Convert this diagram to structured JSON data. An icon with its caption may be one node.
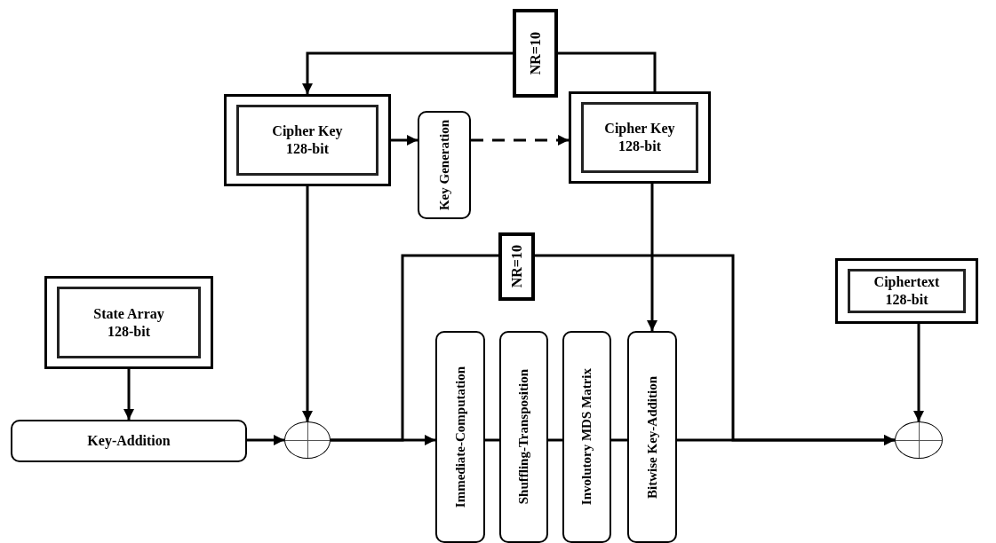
{
  "diagram": {
    "nodes": [
      {
        "text": [
          "NR=10"
        ]
      },
      {
        "text": [
          "Cipher Key 128-bit"
        ]
      },
      {
        "text": [
          "Key Generation"
        ]
      },
      {
        "text": [
          "Cipher Key 128-bit"
        ]
      },
      {
        "text": [
          "NR=10"
        ]
      },
      {
        "text": [
          "State Array 128-bit"
        ]
      },
      {
        "text": [
          "Ciphertext 128-bit"
        ]
      },
      {
        "text": [
          "Key-Addition"
        ]
      },
      {
        "text": [],
        "shape": "circle"
      },
      {
        "text": [
          "Immediate-Computation"
        ]
      },
      {
        "text": [
          "Shuffling-Transposition"
        ]
      },
      {
        "text": [
          "Involutory MDS Matrix"
        ]
      },
      {
        "text": [
          "Bitwise Key-Addition"
        ]
      },
      {
        "text": [],
        "shape": "circle"
      }
    ],
    "edges": [
      {
        "from": 3,
        "to": 0,
        "arrow": "none"
      },
      {
        "from": 0,
        "to": 1,
        "arrow": "to"
      },
      {
        "from": 1,
        "to": 2,
        "arrow": "to"
      },
      {
        "from": 2,
        "to": 3,
        "arrow": "to",
        "style": "dashed"
      },
      {
        "from": 1,
        "to": 8,
        "arrow": "to"
      },
      {
        "from": 5,
        "to": 7,
        "arrow": "to"
      },
      {
        "from": 7,
        "to": 8,
        "arrow": "to"
      },
      {
        "from": 8,
        "to": 9,
        "arrow": "to"
      },
      {
        "from": 8,
        "to": 4,
        "arrow": "none"
      },
      {
        "from": 4,
        "to": 13,
        "arrow": "to"
      },
      {
        "from": 3,
        "to": 12,
        "arrow": "to"
      },
      {
        "from": 9,
        "to": 10,
        "arrow": "none"
      },
      {
        "from": 10,
        "to": 11,
        "arrow": "none"
      },
      {
        "from": 11,
        "to": 12,
        "arrow": "none"
      },
      {
        "from": 12,
        "to": 13,
        "arrow": "to"
      },
      {
        "from": 6,
        "to": 13,
        "arrow": "to"
      }
    ]
  }
}
